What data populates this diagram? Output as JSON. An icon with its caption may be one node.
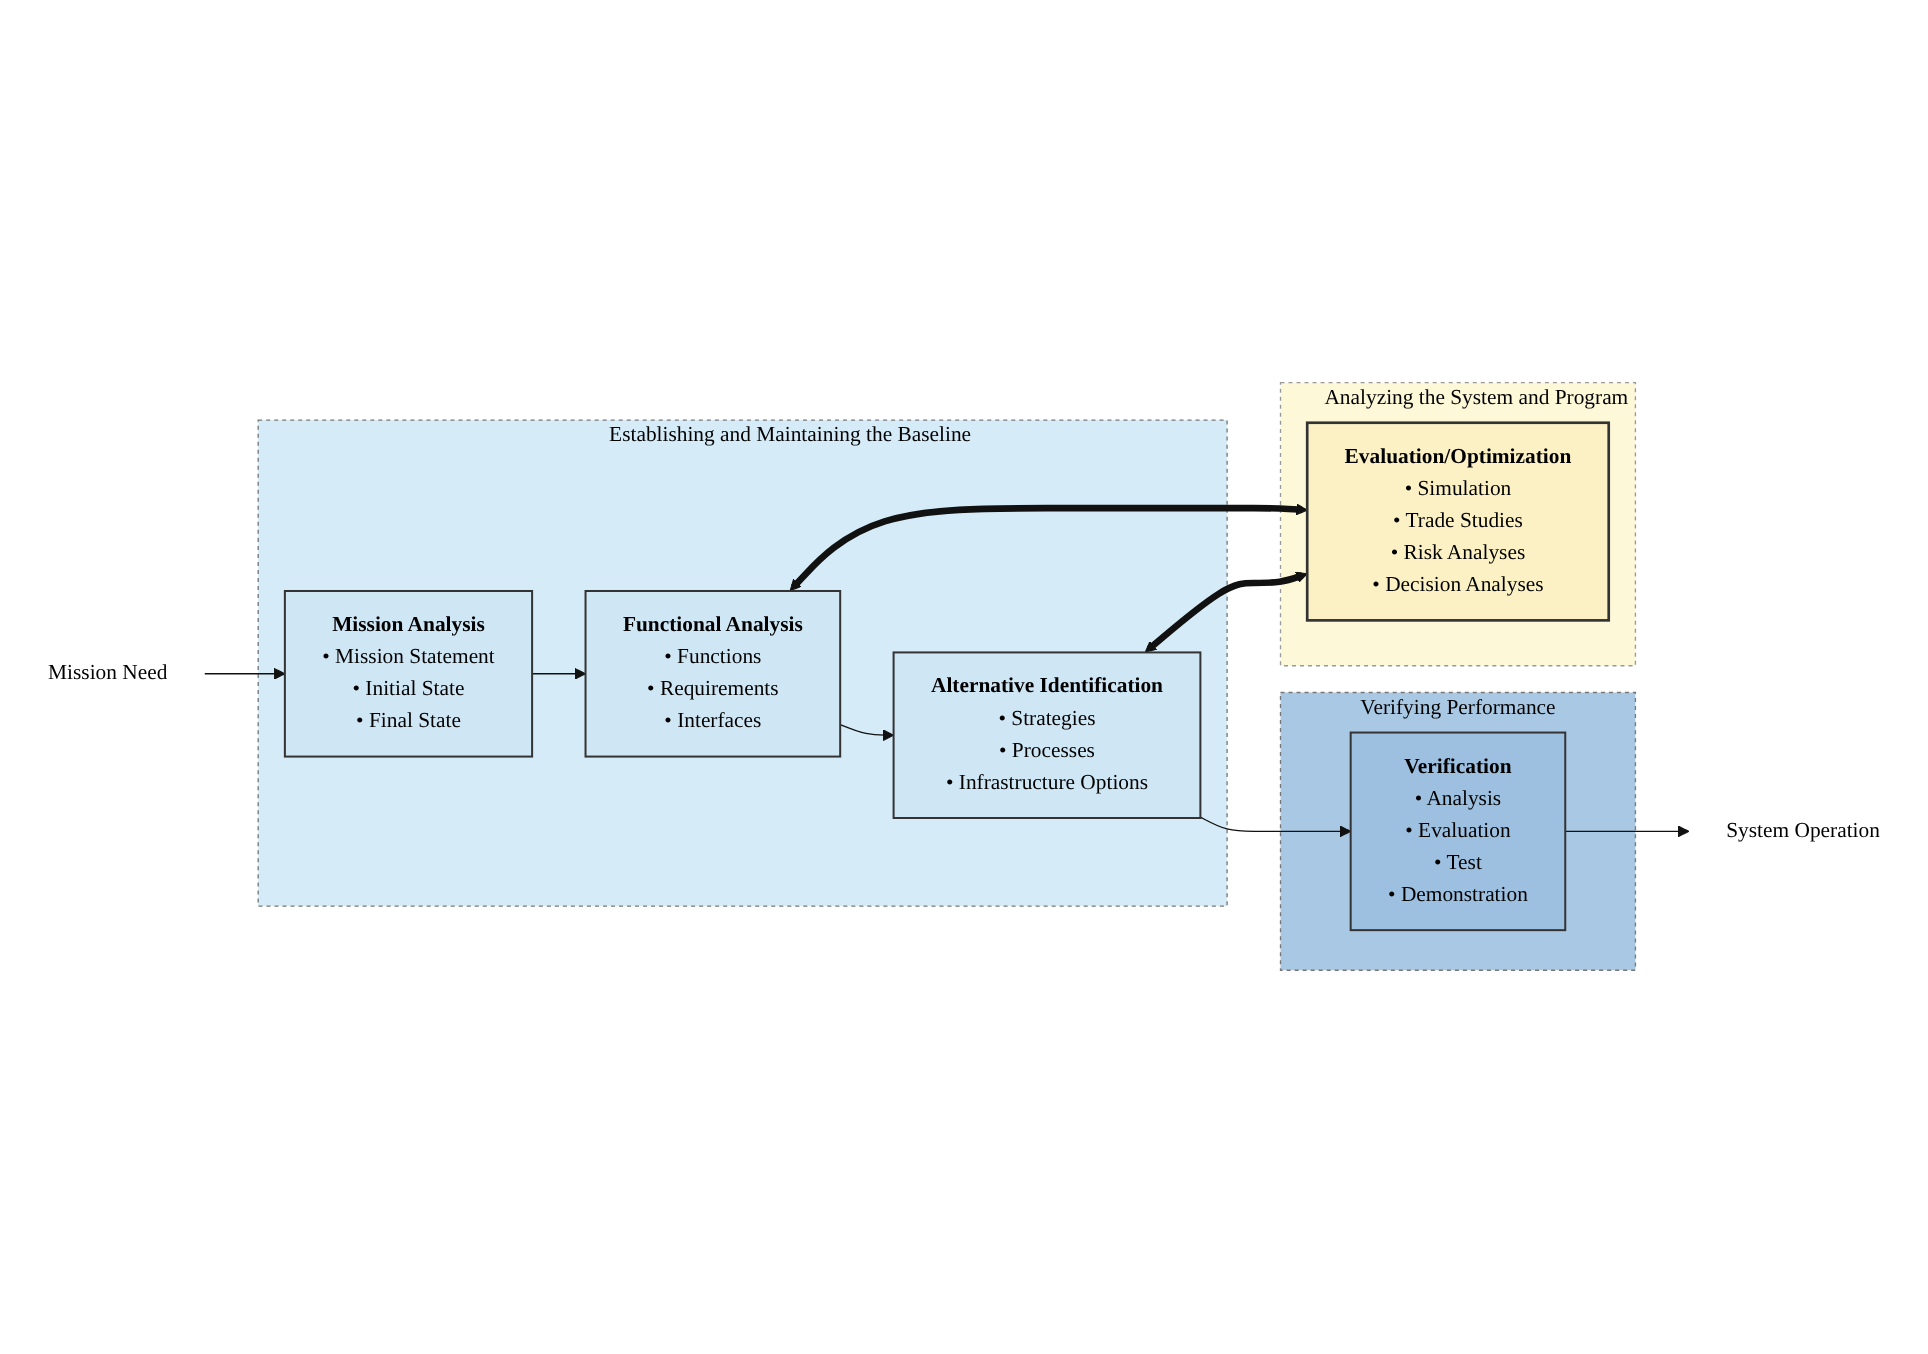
{
  "diagram": {
    "nodes": [
      {
        "text": [
          "Establishing and Maintaining the Baseline"
        ]
      },
      {
        "text": [
          "Mission Analysis",
          "• Mission Statement",
          "• Initial State",
          "• Final State"
        ],
        "in": 0
      },
      {
        "text": [
          "Functional Analysis",
          "• Functions",
          "• Requirements",
          "• Interfaces"
        ],
        "in": 0
      },
      {
        "text": [
          "Alternative Identification",
          "• Strategies",
          "• Processes",
          "• Infrastructure Options"
        ],
        "in": 0
      },
      {
        "text": [
          "Verifying Performance"
        ]
      },
      {
        "text": [
          "Verification",
          "• Analysis",
          "• Evaluation",
          "• Test",
          "• Demonstration"
        ],
        "in": 4
      },
      {
        "text": [
          "Analyzing the System and Program"
        ]
      },
      {
        "text": [
          "Evaluation/Optimization",
          "• Simulation",
          "• Trade Studies",
          "• Risk Analyses",
          "• Decision Analyses"
        ],
        "in": 6
      },
      {
        "text": [
          "Mission Need"
        ]
      },
      {
        "text": [
          "System Operation"
        ]
      }
    ],
    "edges": [
      {
        "from": 8,
        "to": 1,
        "arrow": "to"
      },
      {
        "from": 1,
        "to": 2,
        "arrow": "to"
      },
      {
        "from": 2,
        "to": 3,
        "arrow": "to"
      },
      {
        "from": 3,
        "to": 5,
        "arrow": "to"
      },
      {
        "from": 5,
        "to": 9,
        "arrow": "to"
      },
      {
        "from": 2,
        "to": 7,
        "arrow": "both",
        "style": "thick"
      },
      {
        "from": 3,
        "to": 7,
        "arrow": "both",
        "style": "thick"
      }
    ]
  }
}
